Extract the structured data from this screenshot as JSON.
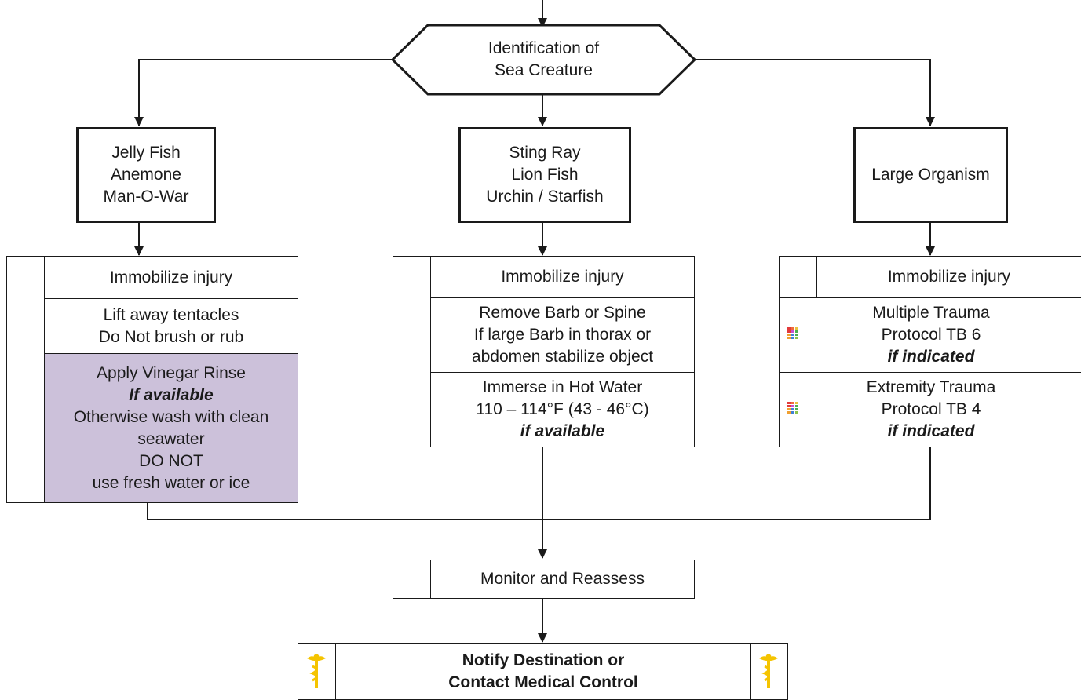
{
  "decision": {
    "line1": "Identification of",
    "line2": "Sea Creature"
  },
  "branches": {
    "left": {
      "lines": [
        "Jelly Fish",
        "Anemone",
        "Man-O-War"
      ]
    },
    "middle": {
      "lines": [
        "Sting Ray",
        "Lion Fish",
        "Urchin / Starfish"
      ]
    },
    "right": {
      "lines": [
        "Large Organism"
      ]
    }
  },
  "left_steps": {
    "immobilize": "Immobilize injury",
    "tentacles": [
      "Lift away tentacles",
      "Do Not brush or rub"
    ],
    "vinegar": {
      "title": "Apply Vinegar Rinse",
      "emphasis": "If available",
      "body": [
        "Otherwise wash with clean",
        "seawater",
        "DO NOT",
        "use fresh water or ice"
      ],
      "fill_color": "#ccc1da"
    }
  },
  "middle_steps": {
    "immobilize": "Immobilize injury",
    "barb": [
      "Remove Barb or Spine",
      "If large Barb in thorax or",
      "abdomen stabilize object"
    ],
    "hot_water": {
      "lines": [
        "Immerse in Hot Water",
        "110 – 114°F (43 - 46°C)"
      ],
      "emphasis": "if available"
    }
  },
  "right_steps": {
    "immobilize": "Immobilize injury",
    "multiple_trauma": {
      "lines": [
        "Multiple Trauma",
        "Protocol TB 6"
      ],
      "emphasis": "if indicated",
      "icon": "protocol-grid-icon"
    },
    "extremity_trauma": {
      "lines": [
        "Extremity Trauma",
        "Protocol TB 4"
      ],
      "emphasis": "if indicated",
      "icon": "protocol-grid-icon"
    }
  },
  "monitor": "Monitor and Reassess",
  "notify": {
    "line1": "Notify Destination or",
    "line2": "Contact Medical Control",
    "icon": "caduceus-icon",
    "icon_color": "#f5c400"
  }
}
